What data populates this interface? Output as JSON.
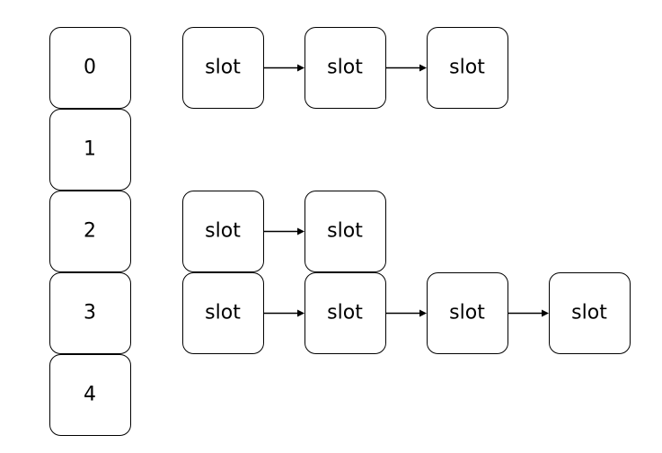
{
  "buckets": [
    "0",
    "1",
    "2",
    "3",
    "4"
  ],
  "chains": [
    {
      "bucket": "0",
      "slots": [
        "slot",
        "slot",
        "slot"
      ]
    },
    {
      "bucket": "2",
      "slots": [
        "slot",
        "slot"
      ]
    },
    {
      "bucket": "3",
      "slots": [
        "slot",
        "slot",
        "slot",
        "slot"
      ]
    }
  ],
  "colors": {
    "stroke": "#000000",
    "fill": "#ffffff",
    "text": "#000000"
  }
}
